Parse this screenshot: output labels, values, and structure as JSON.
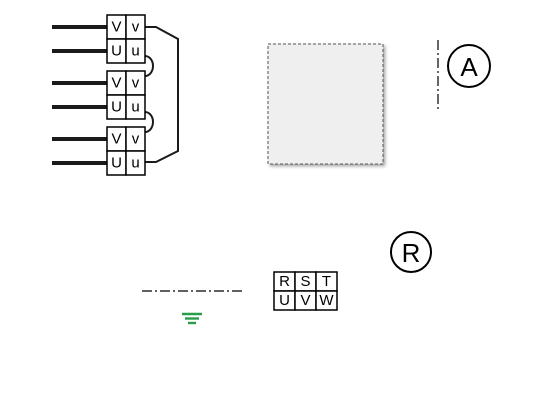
{
  "motor_terminals": [
    {
      "top": [
        "V",
        "v"
      ],
      "bottom": [
        "U",
        "u"
      ]
    },
    {
      "top": [
        "V",
        "v"
      ],
      "bottom": [
        "U",
        "u"
      ]
    },
    {
      "top": [
        "V",
        "v"
      ],
      "bottom": [
        "U",
        "u"
      ]
    }
  ],
  "markers": {
    "a": "A",
    "r": "R"
  },
  "supply_terminal": {
    "top": [
      "R",
      "S",
      "T"
    ],
    "bottom": [
      "U",
      "V",
      "W"
    ]
  },
  "icons": {
    "ground": "ground-icon"
  },
  "colors": {
    "ground": "#2a9d4a",
    "panel_fill": "#efefef"
  }
}
